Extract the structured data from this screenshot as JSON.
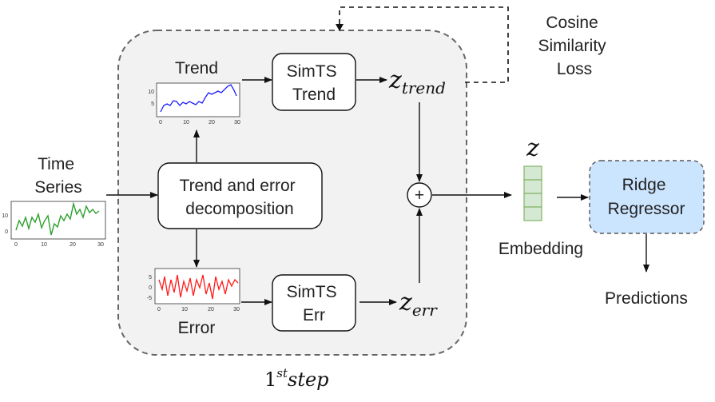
{
  "diagram": {
    "step_label": {
      "base": "1",
      "sup": "st",
      "word": "step"
    },
    "time_series_label": [
      "Time",
      "Series"
    ],
    "trend_label": "Trend",
    "error_label": "Error",
    "decomposition_label": [
      "Trend and error",
      "decomposition"
    ],
    "simts_trend_label": [
      "SimTS",
      "Trend"
    ],
    "simts_err_label": [
      "SimTS",
      "Err"
    ],
    "z_trend": {
      "base": "z",
      "sub": "trend"
    },
    "z_err": {
      "base": "z",
      "sub": "err"
    },
    "z_label": "z",
    "plus_symbol": "+",
    "cosine_loss_label": [
      "Cosine",
      "Similarity",
      "Loss"
    ],
    "embedding_label": "Embedding",
    "ridge_label": [
      "Ridge",
      "Regressor"
    ],
    "predictions_label": "Predictions",
    "colors": {
      "panel_fill": "#f2f2f2",
      "panel_border": "#666666",
      "ridge_fill": "#cce5ff",
      "embedding_fill": "#d5e8d4",
      "embedding_border": "#82b366",
      "series_green": "#2ca02c",
      "series_blue": "#1f1fff",
      "series_red": "#ff1a1a"
    },
    "mini_charts": {
      "time_series": {
        "y_ticks": [
          "10",
          "0"
        ],
        "x_ticks": [
          "0",
          "10",
          "20",
          "30"
        ]
      },
      "trend": {
        "y_ticks": [
          "10",
          "5"
        ],
        "x_ticks": [
          "0",
          "10",
          "20",
          "30"
        ]
      },
      "error": {
        "y_ticks": [
          "5",
          "0",
          "-5"
        ],
        "x_ticks": [
          "0",
          "10",
          "20",
          "30"
        ]
      }
    }
  }
}
